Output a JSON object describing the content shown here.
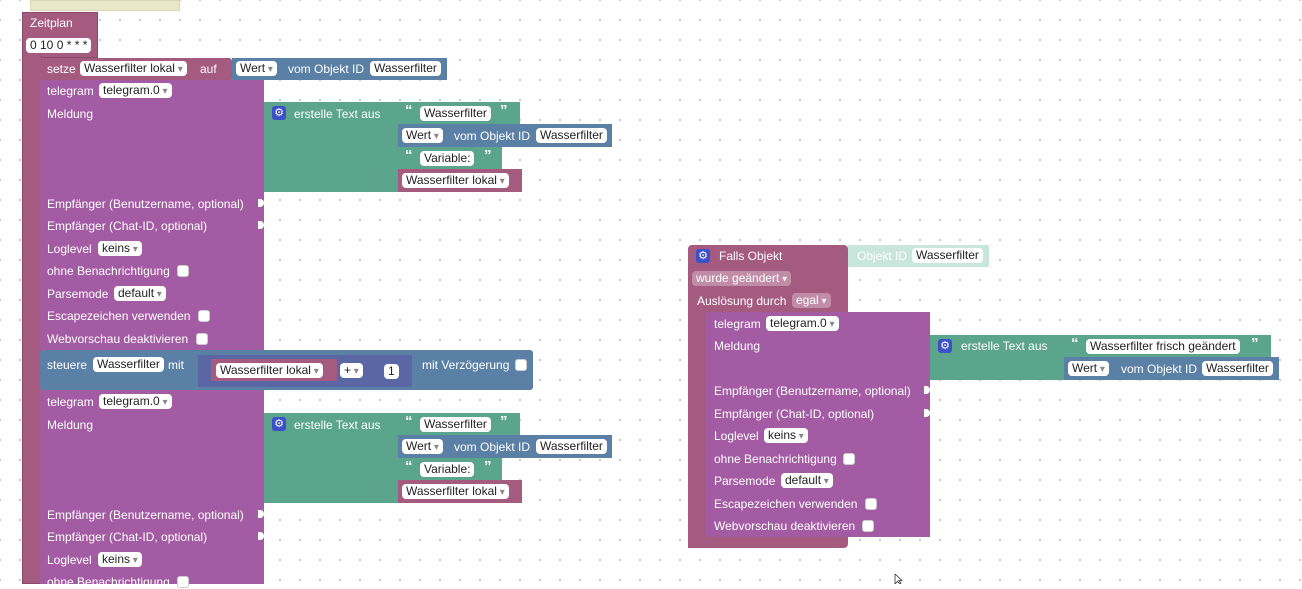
{
  "zeitplan": {
    "title": "Zeitplan",
    "cron": "0 10 0 * * *"
  },
  "setze": {
    "label": "setze",
    "variable": "Wasserfilter lokal",
    "auf": "auf",
    "wert": "Wert",
    "vom_objekt_id": "vom Objekt ID",
    "objekt": "Wasserfilter"
  },
  "telegram1": {
    "label": "telegram",
    "instance": "telegram.0",
    "meldung": "Meldung",
    "erstelle_text_aus": "erstelle Text aus",
    "text1": "Wasserfilter",
    "wert": "Wert",
    "vom_objekt_id": "vom Objekt ID",
    "objekt": "Wasserfilter",
    "text2": "Variable:",
    "variable": "Wasserfilter lokal",
    "empfaenger_name": "Empfänger (Benutzername, optional)",
    "empfaenger_chat": "Empfänger (Chat-ID, optional)",
    "loglevel": "Loglevel",
    "loglevel_value": "keins",
    "ohne_benachrichtigung": "ohne Benachrichtigung",
    "parsemode": "Parsemode",
    "parsemode_value": "default",
    "escapezeichen": "Escapezeichen verwenden",
    "webvorschau": "Webvorschau deaktivieren"
  },
  "steuere": {
    "label": "steuere",
    "objekt": "Wasserfilter",
    "mit": "mit",
    "variable": "Wasserfilter lokal",
    "operator": "+",
    "number": "1",
    "mit_verzoegerung": "mit Verzögerung"
  },
  "telegram2": {
    "label": "telegram",
    "instance": "telegram.0",
    "meldung": "Meldung",
    "erstelle_text_aus": "erstelle Text aus",
    "text1": "Wasserfilter",
    "wert": "Wert",
    "vom_objekt_id": "vom Objekt ID",
    "objekt": "Wasserfilter",
    "text2": "Variable:",
    "variable": "Wasserfilter lokal",
    "empfaenger_name": "Empfänger (Benutzername, optional)",
    "empfaenger_chat": "Empfänger (Chat-ID, optional)",
    "loglevel": "Loglevel",
    "loglevel_value": "keins",
    "ohne_benachrichtigung": "ohne Benachrichtigung"
  },
  "falls": {
    "label": "Falls Objekt",
    "objekt_id": "Objekt ID",
    "objekt": "Wasserfilter",
    "condition": "wurde geändert",
    "ausloesung": "Auslösung durch",
    "ausloesung_value": "egal"
  },
  "telegram3": {
    "label": "telegram",
    "instance": "telegram.0",
    "meldung": "Meldung",
    "erstelle_text_aus": "erstelle Text aus",
    "text1": "Wasserfilter frisch geändert",
    "wert": "Wert",
    "vom_objekt_id": "vom Objekt ID",
    "objekt": "Wasserfilter",
    "empfaenger_name": "Empfänger (Benutzername, optional)",
    "empfaenger_chat": "Empfänger (Chat-ID, optional)",
    "loglevel": "Loglevel",
    "loglevel_value": "keins",
    "ohne_benachrichtigung": "ohne Benachrichtigung",
    "parsemode": "Parsemode",
    "parsemode_value": "default",
    "escapezeichen": "Escapezeichen verwenden",
    "webvorschau": "Webvorschau deaktivieren"
  }
}
